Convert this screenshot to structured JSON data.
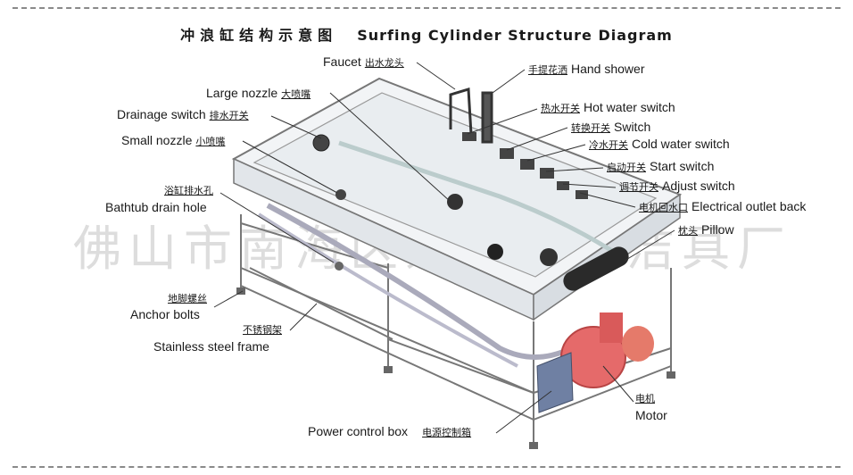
{
  "title": {
    "cn": "冲浪缸结构示意图",
    "en": "Surfing Cylinder Structure Diagram"
  },
  "watermark": "佛山市南海区爱乐卫浴洁具厂",
  "labels": {
    "faucet": {
      "en": "Faucet",
      "cn": "出水龙头"
    },
    "hand_shower": {
      "en": "Hand shower",
      "cn": "手提花洒"
    },
    "large_nozzle": {
      "en": "Large nozzle",
      "cn": "大喷嘴"
    },
    "hot_water_switch": {
      "en": "Hot water switch",
      "cn": "热水开关"
    },
    "drainage_switch": {
      "en": "Drainage switch",
      "cn": "排水开关"
    },
    "switch": {
      "en": "Switch",
      "cn": "转换开关"
    },
    "small_nozzle": {
      "en": "Small nozzle",
      "cn": "小喷嘴"
    },
    "cold_water_switch": {
      "en": "Cold water switch",
      "cn": "冷水开关"
    },
    "start_switch": {
      "en": "Start switch",
      "cn": "启动开关"
    },
    "drain_hole": {
      "en": "Bathtub drain hole",
      "cn": "浴缸排水孔"
    },
    "adjust_switch": {
      "en": "Adjust switch",
      "cn": "调节开关"
    },
    "electrical_outlet": {
      "en": "Electrical outlet back",
      "cn": "电机回水口"
    },
    "pillow": {
      "en": "Pillow",
      "cn": "枕头"
    },
    "anchor_bolts": {
      "en": "Anchor bolts",
      "cn": "地脚螺丝"
    },
    "frame": {
      "en": "Stainless steel frame",
      "cn": "不锈钢架"
    },
    "motor": {
      "en": "Motor",
      "cn": "电机"
    },
    "power_box": {
      "en": "Power control box",
      "cn": "电源控制箱"
    }
  }
}
